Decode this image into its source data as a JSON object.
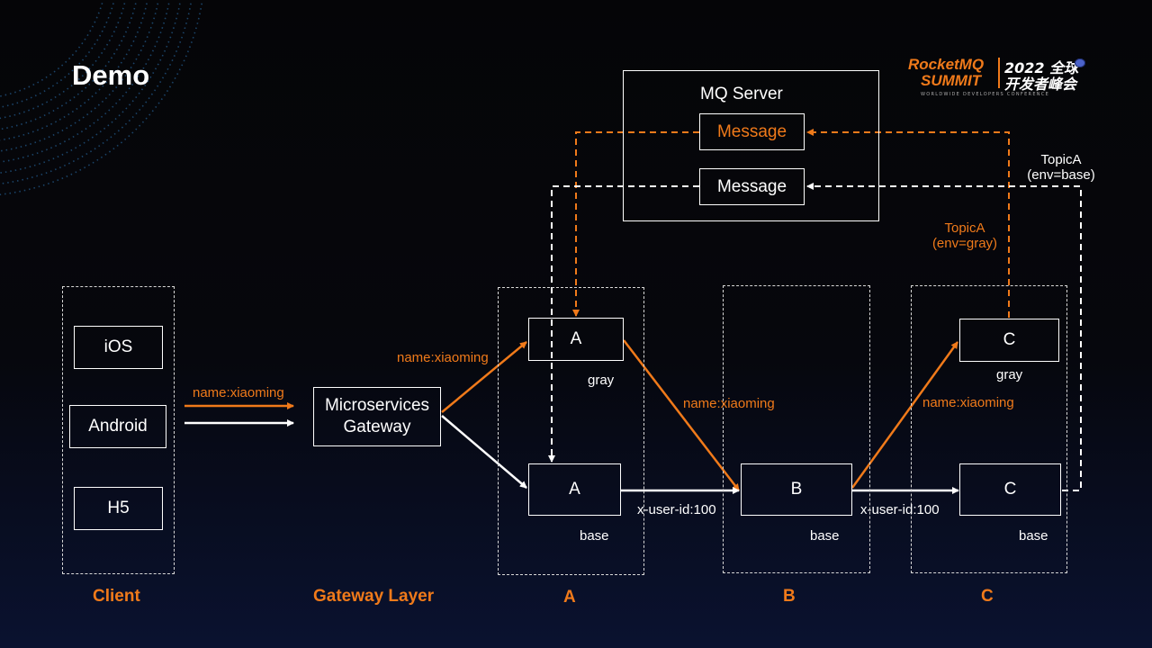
{
  "slide": {
    "title": "Demo"
  },
  "logo": {
    "line1": "RocketMQ",
    "line2": "SUMMIT",
    "cn_line1": "2022 全球",
    "cn_line2": "开发者峰会",
    "tagline": "WORLDWIDE DEVELOPERS CONFERENCE"
  },
  "colors": {
    "accent": "#f07a1a",
    "line": "#ffffff",
    "zone_border": "#d8d8d8"
  },
  "client": {
    "items": [
      "iOS",
      "Android",
      "H5"
    ],
    "label": "Client"
  },
  "gateway": {
    "box_line1": "Microservices",
    "box_line2": "Gateway",
    "label": "Gateway  Layer",
    "incoming_gray_label": "name:xiaoming"
  },
  "service_a": {
    "label": "A",
    "gray_node": "A",
    "gray_tag": "gray",
    "base_node": "A",
    "base_tag": "base",
    "incoming_gray_label": "name:xiaoming"
  },
  "service_b": {
    "label": "B",
    "base_node": "B",
    "base_tag": "base",
    "from_a_gray_label": "name:xiaoming",
    "from_a_base_label": "x-user-id:100"
  },
  "service_c": {
    "label": "C",
    "gray_node": "C",
    "gray_tag": "gray",
    "base_node": "C",
    "base_tag": "base",
    "from_b_gray_label": "name:xiaoming",
    "from_b_base_label": "x-user-id:100"
  },
  "mq_server": {
    "title": "MQ Server",
    "gray_message": "Message",
    "base_message": "Message",
    "topic_base_line1": "TopicA",
    "topic_base_line2": "(env=base)",
    "topic_gray_line1": "TopicA",
    "topic_gray_line2": "(env=gray)"
  }
}
